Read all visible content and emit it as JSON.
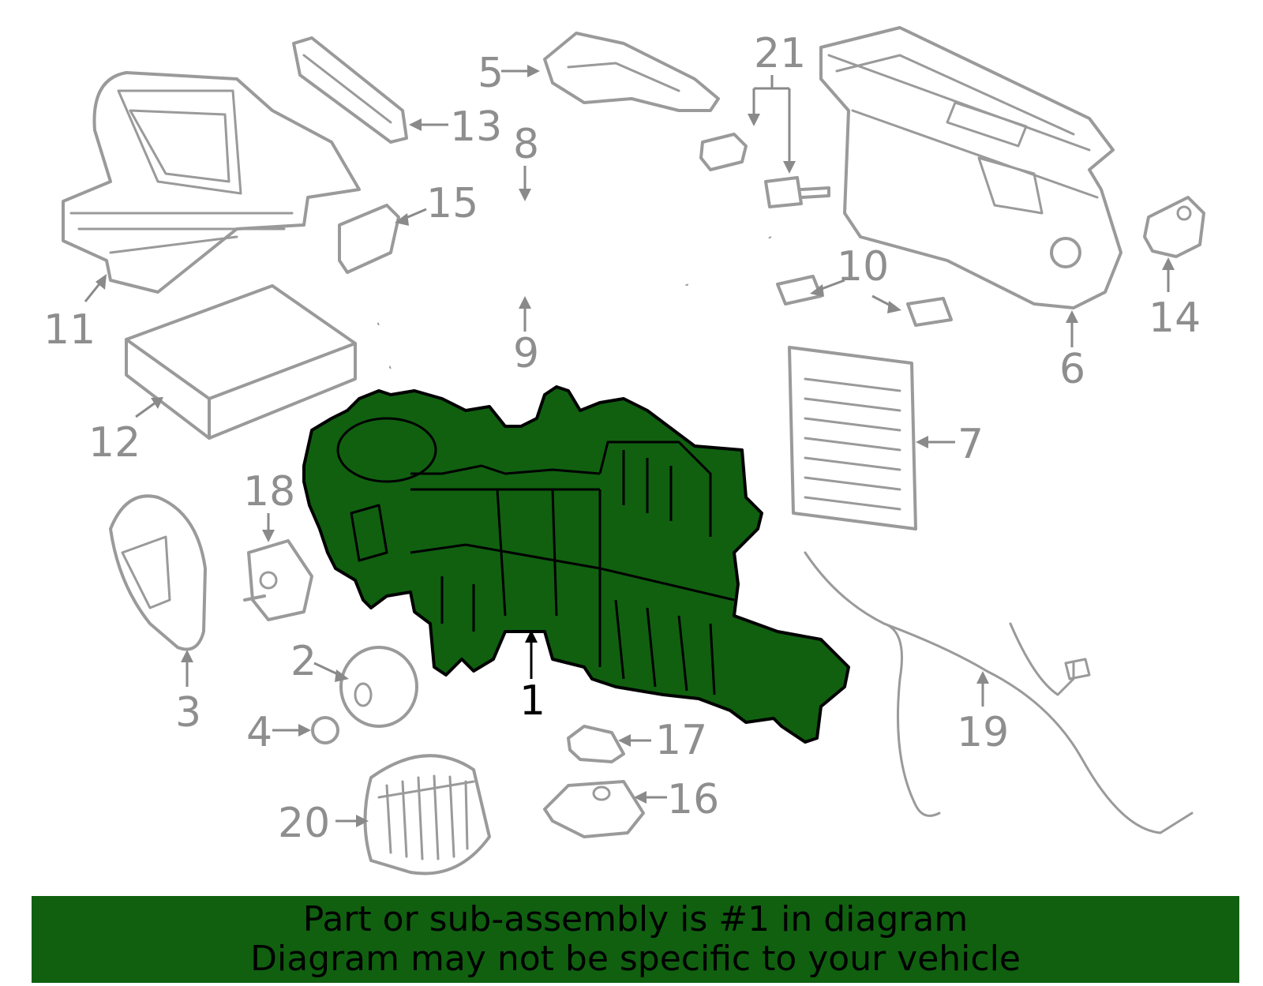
{
  "callouts": {
    "c1": "1",
    "c2": "2",
    "c3": "3",
    "c4": "4",
    "c5": "5",
    "c6": "6",
    "c7": "7",
    "c8": "8",
    "c9": "9",
    "c10": "10",
    "c11": "11",
    "c12": "12",
    "c13": "13",
    "c14": "14",
    "c15": "15",
    "c16": "16",
    "c17": "17",
    "c18": "18",
    "c19": "19",
    "c20": "20",
    "c21": "21"
  },
  "highlighted_part": "1",
  "colors": {
    "highlight": "#106010",
    "parts_outline": "#9a9a9a",
    "banner": "#106010"
  },
  "banner": {
    "line1": "Part or sub-assembly is #1 in diagram",
    "line2": "Diagram may not be specific to your vehicle"
  }
}
